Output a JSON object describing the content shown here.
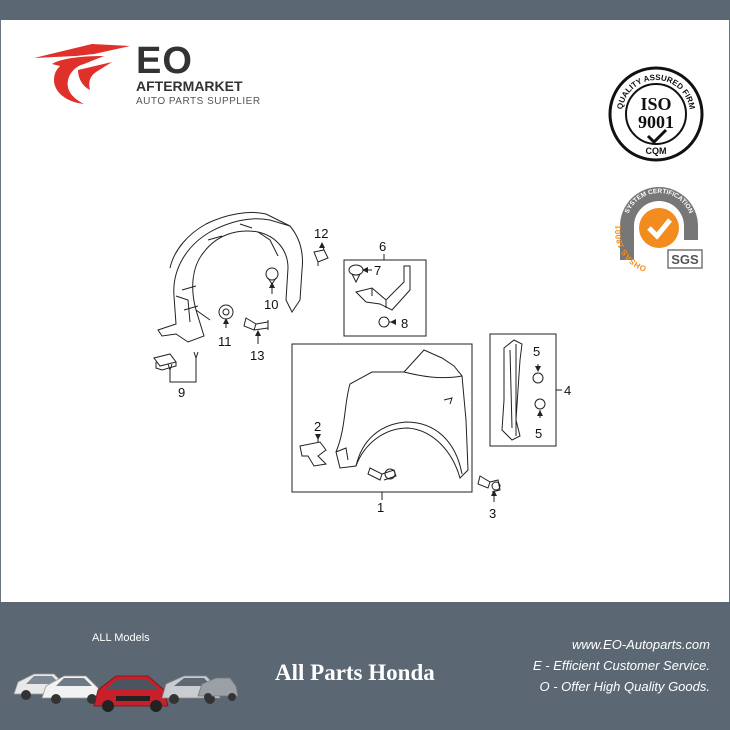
{
  "header": {
    "brand_name": "EO",
    "brand_sub": "AFTERMARKET",
    "brand_tag": "AUTO PARTS SUPPLIER",
    "brand_color": "#e0302a"
  },
  "badges": {
    "iso_top": "QUALITY ASSURED FIRM",
    "iso_main_1": "ISO",
    "iso_main_2": "9001",
    "iso_bottom": "CQM",
    "sgs_top": "SYSTEM CERTIFICATION",
    "sgs_left": "OHSAS 18001",
    "sgs_name": "SGS",
    "sgs_color": "#f28c1e"
  },
  "diagram": {
    "callouts": {
      "c1": "1",
      "c2": "2",
      "c3": "3",
      "c4": "4",
      "c5a": "5",
      "c5b": "5",
      "c6": "6",
      "c7": "7",
      "c8": "8",
      "c9": "9",
      "c10": "10",
      "c11": "11",
      "c12": "12",
      "c13": "13"
    }
  },
  "footer": {
    "models_label": "ALL Models",
    "title": "All Parts Honda",
    "website": "www.EO-Autoparts.com",
    "line1": "E - Efficient Customer Service.",
    "line2": "O - Offer High Quality Goods."
  },
  "colors": {
    "band": "#5b6772",
    "line": "#222222"
  }
}
